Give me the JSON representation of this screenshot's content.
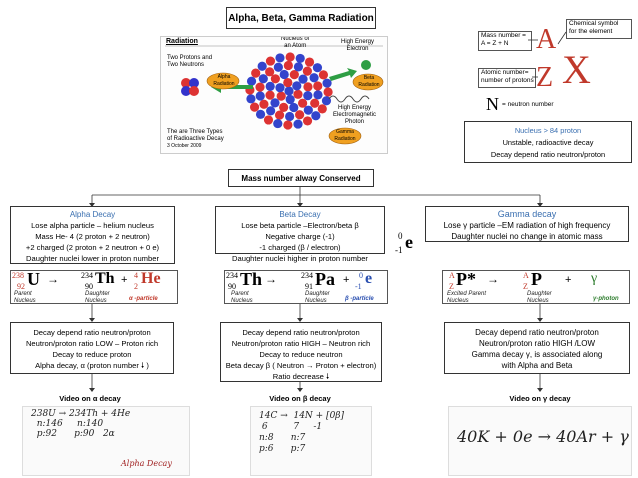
{
  "title": "Alpha, Beta, Gamma Radiation",
  "radiation_image": {
    "heading": "Radiation",
    "protons_neutrons": "Two Protons and\nTwo Neutrons",
    "alpha": "Alpha\nRadiation",
    "nucleus": "Nucleus of\nan Atom",
    "electron": "High Energy\nElectron",
    "beta": "Beta\nRadiation",
    "photon": "High Energy\nElectromagnetic\nPhoton",
    "gamma": "Gamma\nRadiation",
    "types": "The are Three Types\nof Radioactive Decay",
    "date": "3 October 2009"
  },
  "symbol_legend": {
    "mass_number": "Mass number =\nA = Z + N",
    "chemical_symbol": "Chemical symbol\nfor the element",
    "atomic_number": "Atomic number=\nnumber of protons",
    "neutron_number": "= neutron number",
    "letter_a": "A",
    "letter_x": "X",
    "letter_z": "Z",
    "letter_n": "N"
  },
  "nucleus_box": {
    "line1": "Nucleus > 84 proton",
    "line2": "Unstable, radioactive decay",
    "line3": "Decay depend ratio neutron/proton"
  },
  "mass_conserved": "Mass number alway Conserved",
  "alpha": {
    "heading": "Alpha Decay",
    "lines": [
      "Lose  alpha particle – helium nucleus",
      "Mass  He- 4 (2 proton + 2 neutron)",
      "+2 charged (2 proton + 2 neutron + 0 e)",
      "Daughter nuclei lower in proton number"
    ],
    "eq": {
      "m1": "238",
      "z1": "92",
      "s1": "U",
      "arrow": "→",
      "m2": "234",
      "z2": "90",
      "s2": "Th",
      "plus": "+",
      "m3": "4",
      "z3": "2",
      "s3": "He",
      "parent": "Parent\nNucleus",
      "daughter": "Daughter\nNucleus",
      "particle": "α -particle"
    },
    "info": [
      "Decay depend  ratio neutron/proton",
      "Neutron/proton ratio LOW – Proton rich",
      "Decay to reduce proton",
      "Alpha decay, α (proton number 🠗 )"
    ],
    "video": "Video on α decay"
  },
  "beta": {
    "heading": "Beta Decay",
    "lines": [
      "Lose beta particle –Electron/beta β",
      "Negative charge (-1)",
      "-1 charged (β / electron)",
      "Daughter nuclei higher in proton number"
    ],
    "electron": {
      "m": "0",
      "z": "-1",
      "s": "e"
    },
    "eq": {
      "m1": "234",
      "z1": "90",
      "s1": "Th",
      "arrow": "→",
      "m2": "234",
      "z2": "91",
      "s2": "Pa",
      "plus": "+",
      "m3": "0",
      "z3": "-1",
      "s3": "e",
      "parent": "Parent\nNucleus",
      "daughter": "Daughter\nNucleus",
      "particle": "β -particle"
    },
    "info": [
      "Decay depend ratio neutron/proton",
      "Neutron/proton ratio HIGH – Neutron rich",
      "Decay to reduce neutron",
      "Beta decay β ( Neutron → Proton + electron)",
      "Ratio decrease 🠗"
    ],
    "video": "Video on β decay"
  },
  "gamma": {
    "heading": "Gamma decay",
    "lines": [
      "Lose  γ particle –EM radiation of high frequency",
      "Daughter nuclei no change in atomic mass"
    ],
    "eq": {
      "m1": "A",
      "z1": "Z",
      "s1": "P*",
      "arrow": "→",
      "m2": "A",
      "z2": "Z",
      "s2": "P",
      "plus": "+",
      "s3": "γ",
      "parent": "Excited Parent\nNucleus",
      "daughter": "Daughter\nNucleus",
      "particle": "γ-photon"
    },
    "info": [
      "Decay depend ratio neutron/proton",
      "Neutron/proton ratio HIGH /LOW",
      "Gamma decay γ, is associated along",
      "with Alpha and Beta"
    ],
    "video": "Video on γ decay"
  },
  "videos": {
    "alpha_caption": "Alpha Decay",
    "gamma_eq": "40K + 0e → 40Ar + γ"
  },
  "colors": {
    "heading_blue": "#3a6fb0",
    "element_red": "#c0392b",
    "green_arrow": "#2e9e44",
    "orange_label": "#f0a020"
  }
}
